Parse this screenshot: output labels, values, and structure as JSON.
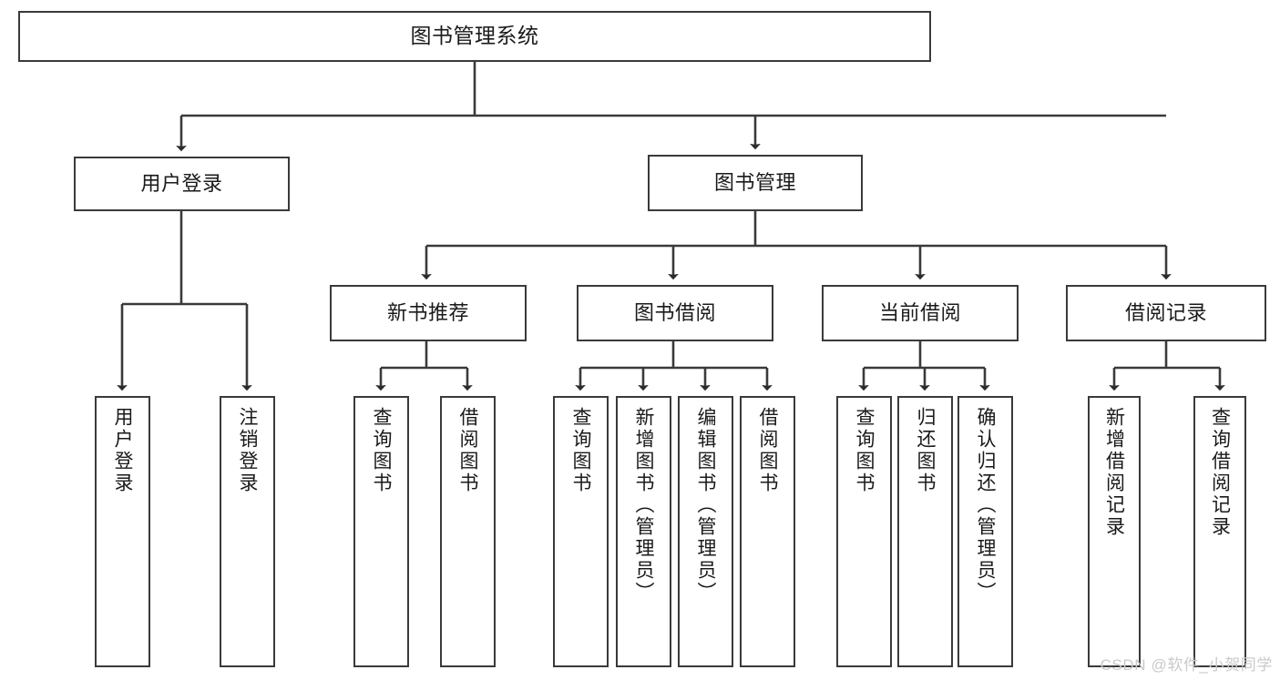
{
  "diagram": {
    "title": "图书管理系统",
    "watermark": "CSDN @软件_小贺同学",
    "colors": {
      "stroke": "#3a3a3a",
      "fill": "#ffffff",
      "text": "#1a1a1a",
      "watermark": "#c9c9c9"
    },
    "levels": {
      "root": {
        "label": "图书管理系统"
      },
      "level2": [
        {
          "label": "用户登录"
        },
        {
          "label": "图书管理"
        }
      ],
      "level3": [
        {
          "label": "新书推荐"
        },
        {
          "label": "图书借阅"
        },
        {
          "label": "当前借阅"
        },
        {
          "label": "借阅记录"
        }
      ]
    },
    "leaves": {
      "user_login": [
        {
          "label": "用户登录"
        },
        {
          "label": "注销登录"
        }
      ],
      "new_book_recommend": [
        {
          "label": "查询图书"
        },
        {
          "label": "借阅图书"
        }
      ],
      "book_borrow": [
        {
          "label": "查询图书"
        },
        {
          "label": "新增图书（管理员）"
        },
        {
          "label": "编辑图书（管理员）"
        },
        {
          "label": "借阅图书"
        }
      ],
      "current_borrow": [
        {
          "label": "查询图书"
        },
        {
          "label": "归还图书"
        },
        {
          "label": "确认归还（管理员）"
        }
      ],
      "borrow_record": [
        {
          "label": "新增借阅记录"
        },
        {
          "label": "查询借阅记录"
        }
      ]
    }
  }
}
